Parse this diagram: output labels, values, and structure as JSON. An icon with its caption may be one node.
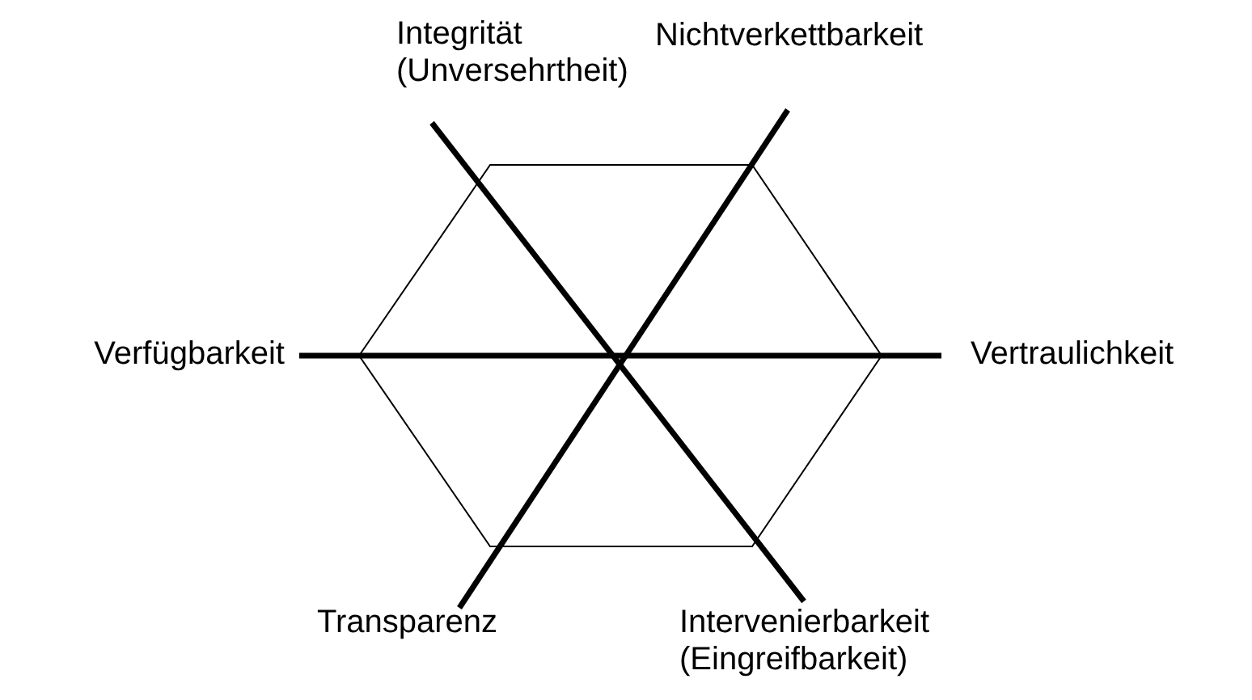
{
  "diagram": {
    "labels": [
      "Integrität (Unversehrtheit)",
      "Nichtverkettbarkeit",
      "Verfügbarkeit",
      "Vertraulichkeit",
      "Transparenz",
      "Intervenierbarkeit (Eingreifbarkeit)"
    ]
  }
}
